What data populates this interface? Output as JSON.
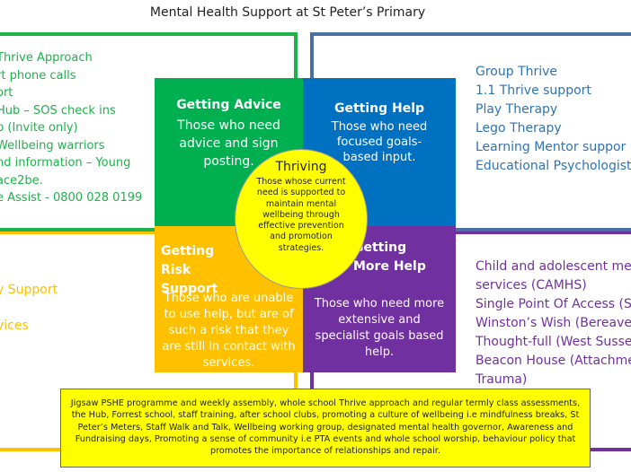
{
  "title": "Mental Health Support at St Peter’s Primary",
  "colors": {
    "green": "#00b050",
    "blue": "#0070c0",
    "orange": "#ffc000",
    "purple": "#7030a0",
    "center": "#ffff00"
  },
  "left_top_list": [
    "Thrive Approach",
    "rt phone calls",
    "ort",
    "Hub – SOS check ins",
    "p (Invite only)",
    "Wellbeing warriors",
    "nd information – Young",
    "ace2be.",
    "e Assist - 0800 028 0199"
  ],
  "right_top_list": [
    "Group Thrive",
    "1.1 Thrive support",
    "Play Therapy",
    "Lego Therapy",
    "Learning Mentor suppor",
    "Educational Psychologist"
  ],
  "left_bottom_list": [
    "y Support",
    "vices"
  ],
  "right_bottom_list": [
    "Child and adolescent me",
    "services (CAMHS)",
    "Single Point Of Access (S",
    "Winston’s Wish (Bereave",
    "Thought-full (West Susse",
    "Beacon House (Attachme",
    "Trauma)"
  ],
  "quadrants": {
    "advice": {
      "title": "Getting Advice",
      "text": "Those who need advice and sign posting."
    },
    "help": {
      "title": "Getting Help",
      "text": "Those who need focused goals-based input."
    },
    "risk": {
      "title": "Getting Risk Support",
      "text": "Those who are unable to use help, but are of such a risk that they are still in contact with services."
    },
    "more": {
      "title": "Getting More Help",
      "text": "Those who need more extensive and specialist goals based help."
    }
  },
  "center": {
    "title": "Thriving",
    "text": "Those whose current need is supported to maintain mental wellbeing through effective prevention and promotion strategies."
  },
  "banner": "Jigsaw PSHE programme and weekly assembly, whole school Thrive approach and regular termly class assessments, the Hub, Forrest school, staff training, after school clubs, promoting a culture of wellbeing i.e mindfulness breaks, St Peter’s Meters, Staff Walk and Talk, Wellbeing working group, designated mental health governor, Awareness and Fundraising days, Promoting a sense of community i.e PTA events and whole school worship, behaviour policy that promotes the importance of relationships and repair."
}
